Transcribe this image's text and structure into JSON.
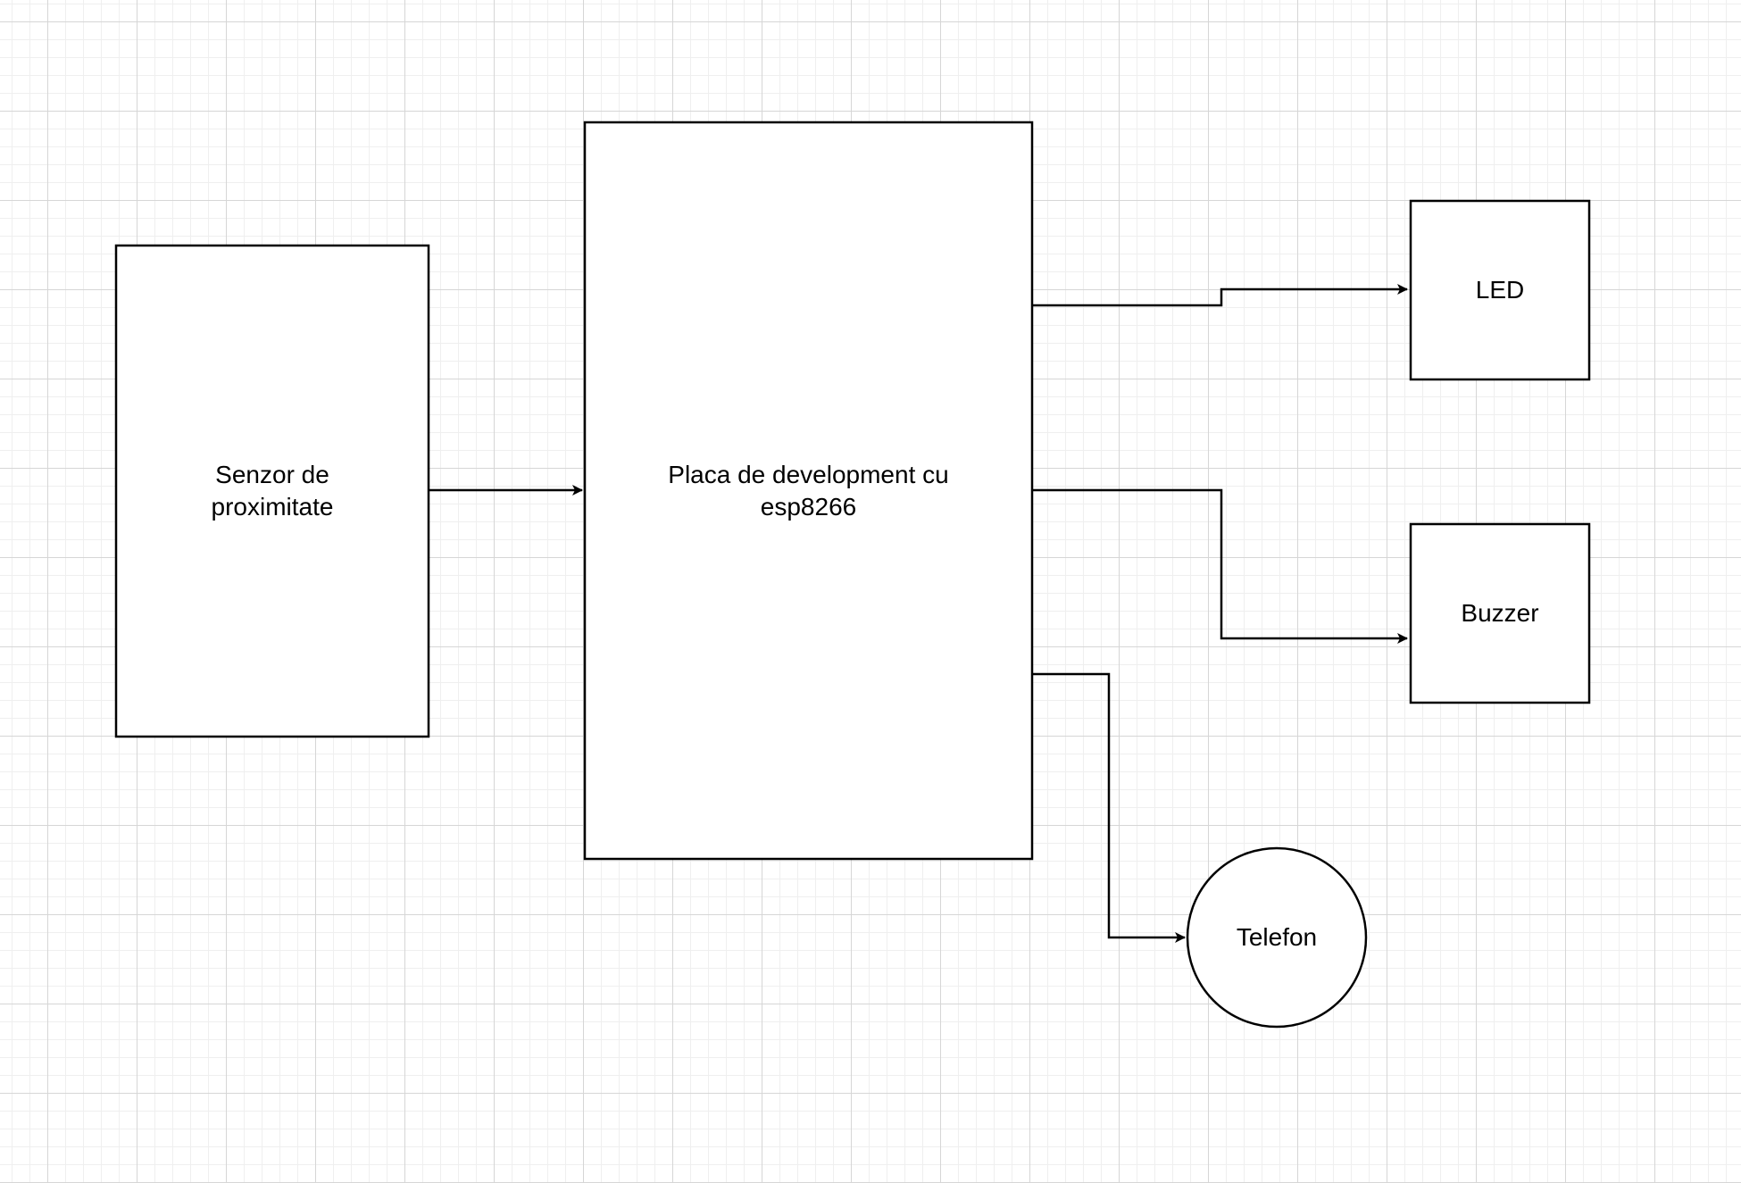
{
  "diagram": {
    "nodes": {
      "sensor": {
        "label": "Senzor de\nproximitate",
        "shape": "rectangle"
      },
      "board": {
        "label": "Placa de development cu\nesp8266",
        "shape": "rectangle"
      },
      "led": {
        "label": "LED",
        "shape": "rectangle"
      },
      "buzzer": {
        "label": "Buzzer",
        "shape": "rectangle"
      },
      "phone": {
        "label": "Telefon",
        "shape": "circle"
      }
    },
    "edges": [
      {
        "from": "sensor",
        "to": "board"
      },
      {
        "from": "board",
        "to": "led"
      },
      {
        "from": "board",
        "to": "buzzer"
      },
      {
        "from": "board",
        "to": "phone"
      }
    ]
  },
  "colors": {
    "stroke": "#000000",
    "node_fill": "#ffffff",
    "background": "#ffffff",
    "grid_major": "#d6d6d6",
    "grid_minor": "#efefef"
  }
}
